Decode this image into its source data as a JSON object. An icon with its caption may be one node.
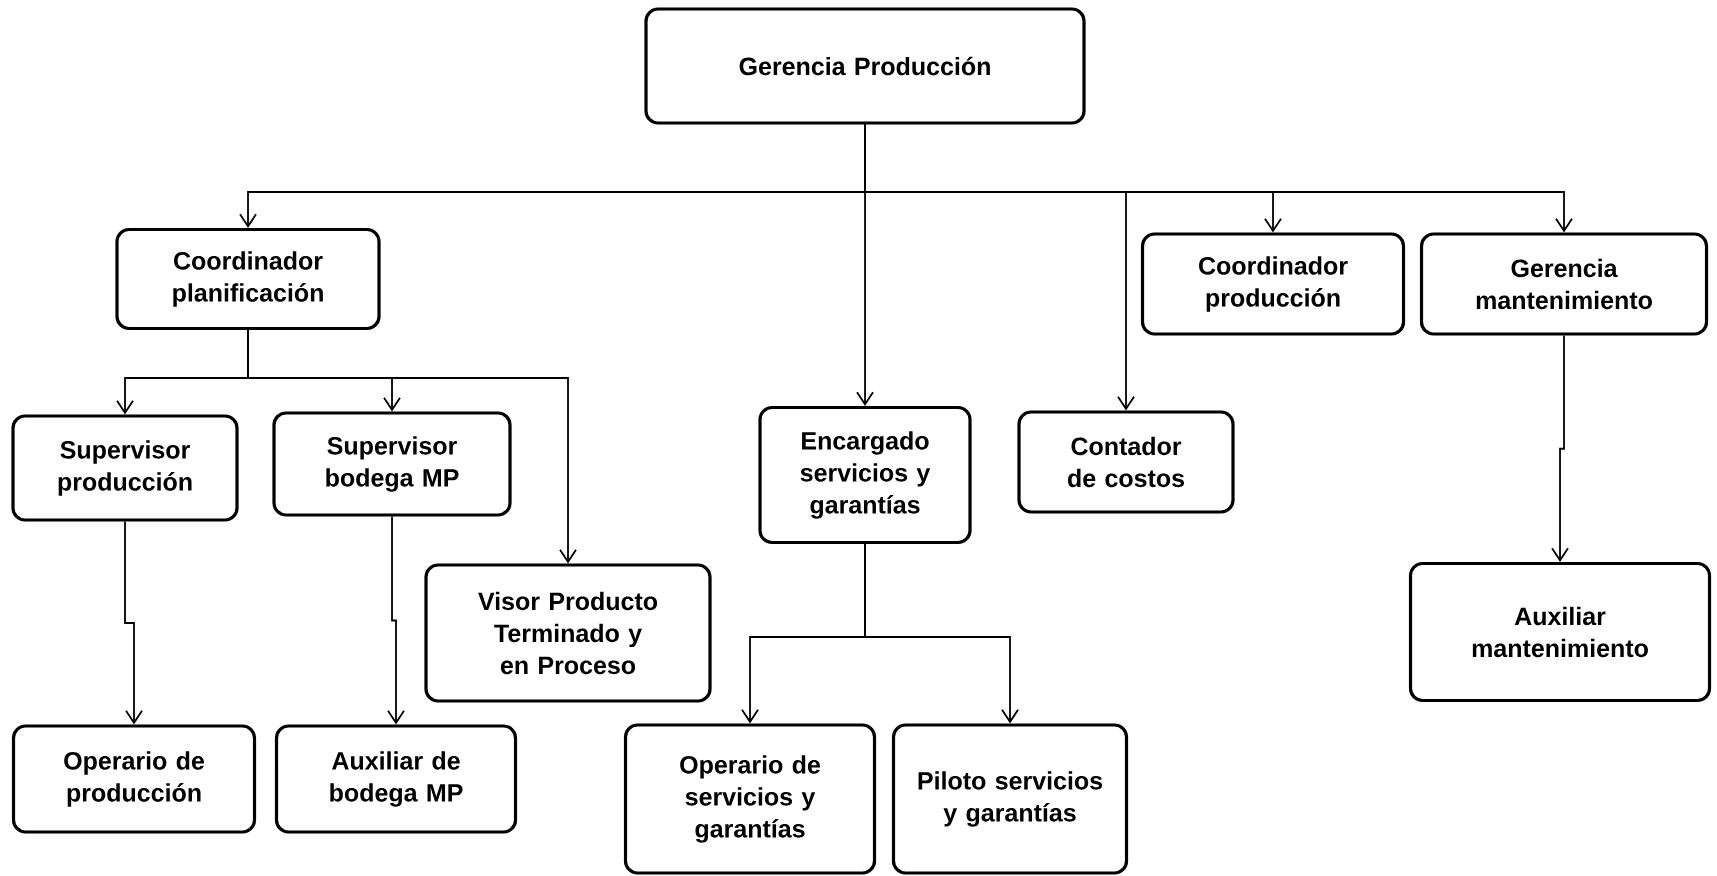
{
  "diagram": {
    "nodes": [
      {
        "text": [
          "Gerencia Producción"
        ]
      },
      {
        "text": [
          "Coordinador planificación"
        ]
      },
      {
        "text": [
          "Coordinador producción"
        ]
      },
      {
        "text": [
          "Gerencia mantenimiento"
        ]
      },
      {
        "text": [
          "Supervisor producción"
        ]
      },
      {
        "text": [
          "Supervisor bodega MP"
        ]
      },
      {
        "text": [
          "Encargado servicios y garantías"
        ]
      },
      {
        "text": [
          "Contador de costos"
        ]
      },
      {
        "text": [
          "Visor Producto Terminado y en Proceso"
        ]
      },
      {
        "text": [
          "Auxiliar mantenimiento"
        ]
      },
      {
        "text": [
          "Operario de producción"
        ]
      },
      {
        "text": [
          "Auxiliar de bodega MP"
        ]
      },
      {
        "text": [
          "Operario de servicios y garantías"
        ]
      },
      {
        "text": [
          "Piloto servicios y garantías"
        ]
      }
    ],
    "edges": [
      {
        "from": 0,
        "to": 1,
        "arrow": "to"
      },
      {
        "from": 0,
        "to": 6,
        "arrow": "to"
      },
      {
        "from": 0,
        "to": 7,
        "arrow": "to"
      },
      {
        "from": 0,
        "to": 2,
        "arrow": "to"
      },
      {
        "from": 0,
        "to": 3,
        "arrow": "to"
      },
      {
        "from": 1,
        "to": 4,
        "arrow": "to"
      },
      {
        "from": 1,
        "to": 5,
        "arrow": "to"
      },
      {
        "from": 1,
        "to": 8,
        "arrow": "to"
      },
      {
        "from": 4,
        "to": 10,
        "arrow": "to"
      },
      {
        "from": 5,
        "to": 11,
        "arrow": "to"
      },
      {
        "from": 3,
        "to": 9,
        "arrow": "to"
      },
      {
        "from": 6,
        "to": 12,
        "arrow": "to"
      },
      {
        "from": 6,
        "to": 13,
        "arrow": "to"
      }
    ]
  }
}
